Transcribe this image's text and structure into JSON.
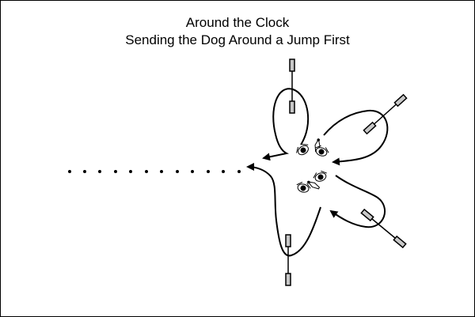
{
  "diagram": {
    "title_line_1": "Around the Clock",
    "title_line_2": "Sending the Dog Around a Jump First",
    "colors": {
      "ink": "#000000",
      "jump_fill": "#c8c8c8",
      "background": "#ffffff"
    },
    "element_types": {
      "jump": "bar jump with two wing stands",
      "path": "dog path with arrowhead",
      "handler": "handler with dog (top view)",
      "trail": "dotted trail"
    }
  }
}
